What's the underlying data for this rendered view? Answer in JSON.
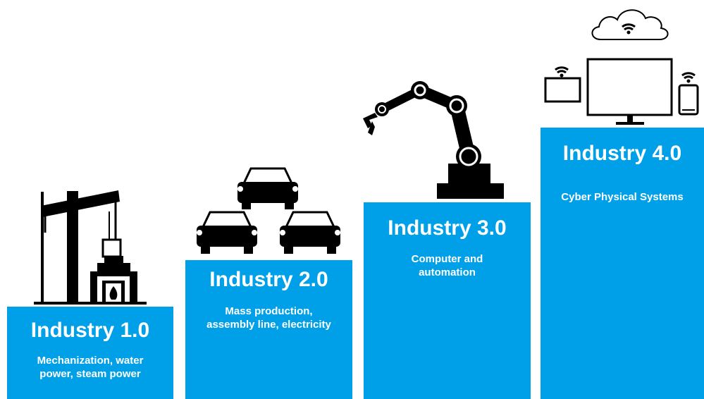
{
  "colors": {
    "step_fill": "#00a0e9",
    "text": "#ffffff",
    "icon": "#000000"
  },
  "steps": [
    {
      "title": "Industry 1.0",
      "description_lines": [
        "Mechanization, water",
        "power, steam power"
      ],
      "icon": "steam-engine-icon"
    },
    {
      "title": "Industry 2.0",
      "description_lines": [
        "Mass production,",
        "assembly line, electricity"
      ],
      "icon": "cars-assembly-icon"
    },
    {
      "title": "Industry 3.0",
      "description_lines": [
        "Computer and",
        "automation"
      ],
      "icon": "robot-arm-icon"
    },
    {
      "title": "Industry 4.0",
      "description_lines": [
        "Cyber Physical Systems"
      ],
      "icon": "connected-devices-cloud-icon"
    }
  ]
}
